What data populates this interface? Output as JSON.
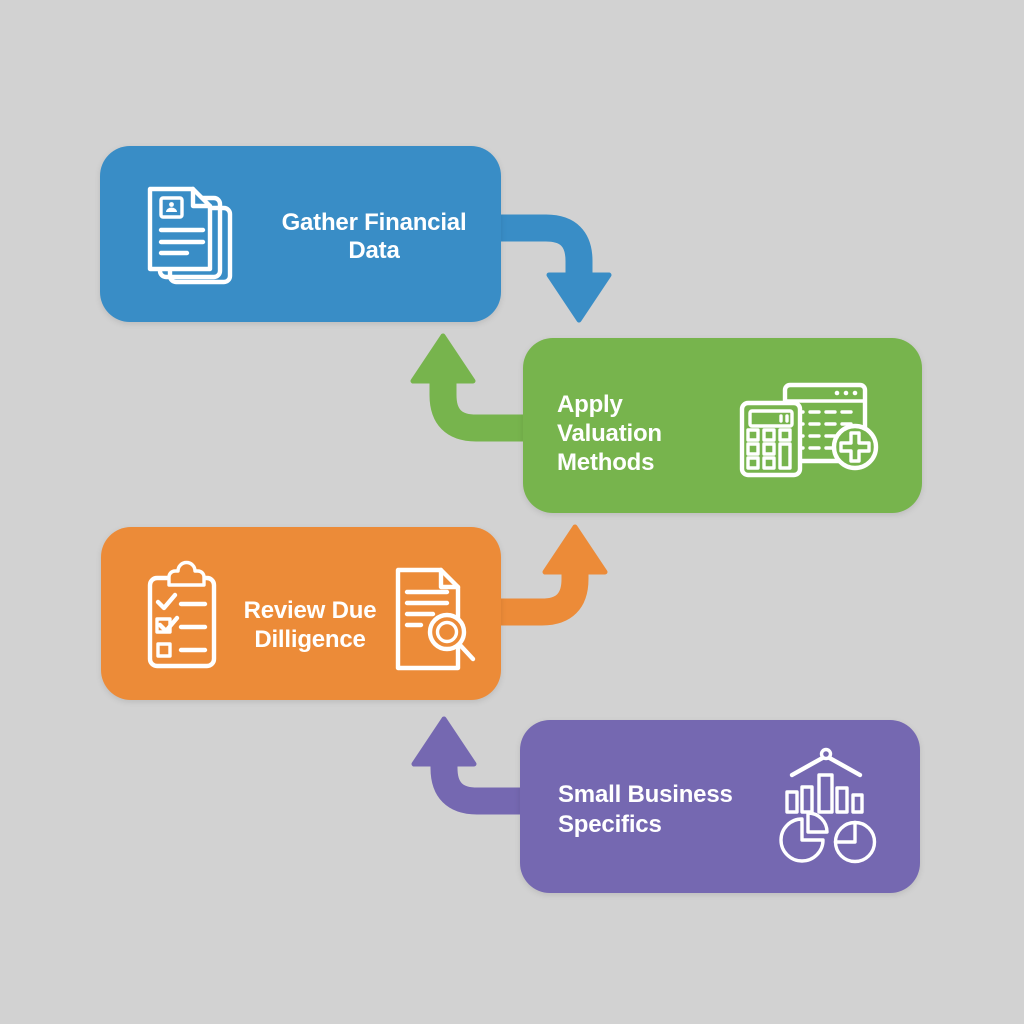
{
  "background_color": "#d2d2d2",
  "text_color": "#ffffff",
  "icon_stroke_color": "#ffffff",
  "steps": [
    {
      "label": "Gather Financial Data",
      "lines": [
        "Gather Financial",
        "Data"
      ],
      "color": "#398dc6",
      "icon": "stacked-documents-icon"
    },
    {
      "label": "Apply Valuation Methods",
      "lines": [
        "Apply",
        "Valuation",
        "Methods"
      ],
      "color": "#77b44d",
      "icon": "calculator-spreadsheet-plus-icon"
    },
    {
      "label": "Review Due Dilligence",
      "lines": [
        "Review Due",
        "Dilligence"
      ],
      "color": "#ec8b38",
      "icon": "checklist-clipboard-icon",
      "icon2": "document-magnifier-icon"
    },
    {
      "label": "Small Business Specifics",
      "lines": [
        "Small Business",
        "Specifics"
      ],
      "color": "#7568b1",
      "icon": "bar-chart-pie-charts-icon"
    }
  ],
  "arrows": [
    {
      "name": "blue-down-arrow",
      "color": "#398dc6",
      "from": "Gather Financial Data",
      "to": "Apply Valuation Methods",
      "direction": "down"
    },
    {
      "name": "green-up-arrow",
      "color": "#77b44d",
      "from": "Apply Valuation Methods",
      "to": "Gather Financial Data",
      "direction": "up"
    },
    {
      "name": "orange-up-arrow",
      "color": "#ec8b38",
      "from": "Review Due Dilligence",
      "to": "Apply Valuation Methods",
      "direction": "up"
    },
    {
      "name": "purple-up-arrow",
      "color": "#7568b1",
      "from": "Small Business Specifics",
      "to": "Review Due Dilligence",
      "direction": "up"
    }
  ]
}
